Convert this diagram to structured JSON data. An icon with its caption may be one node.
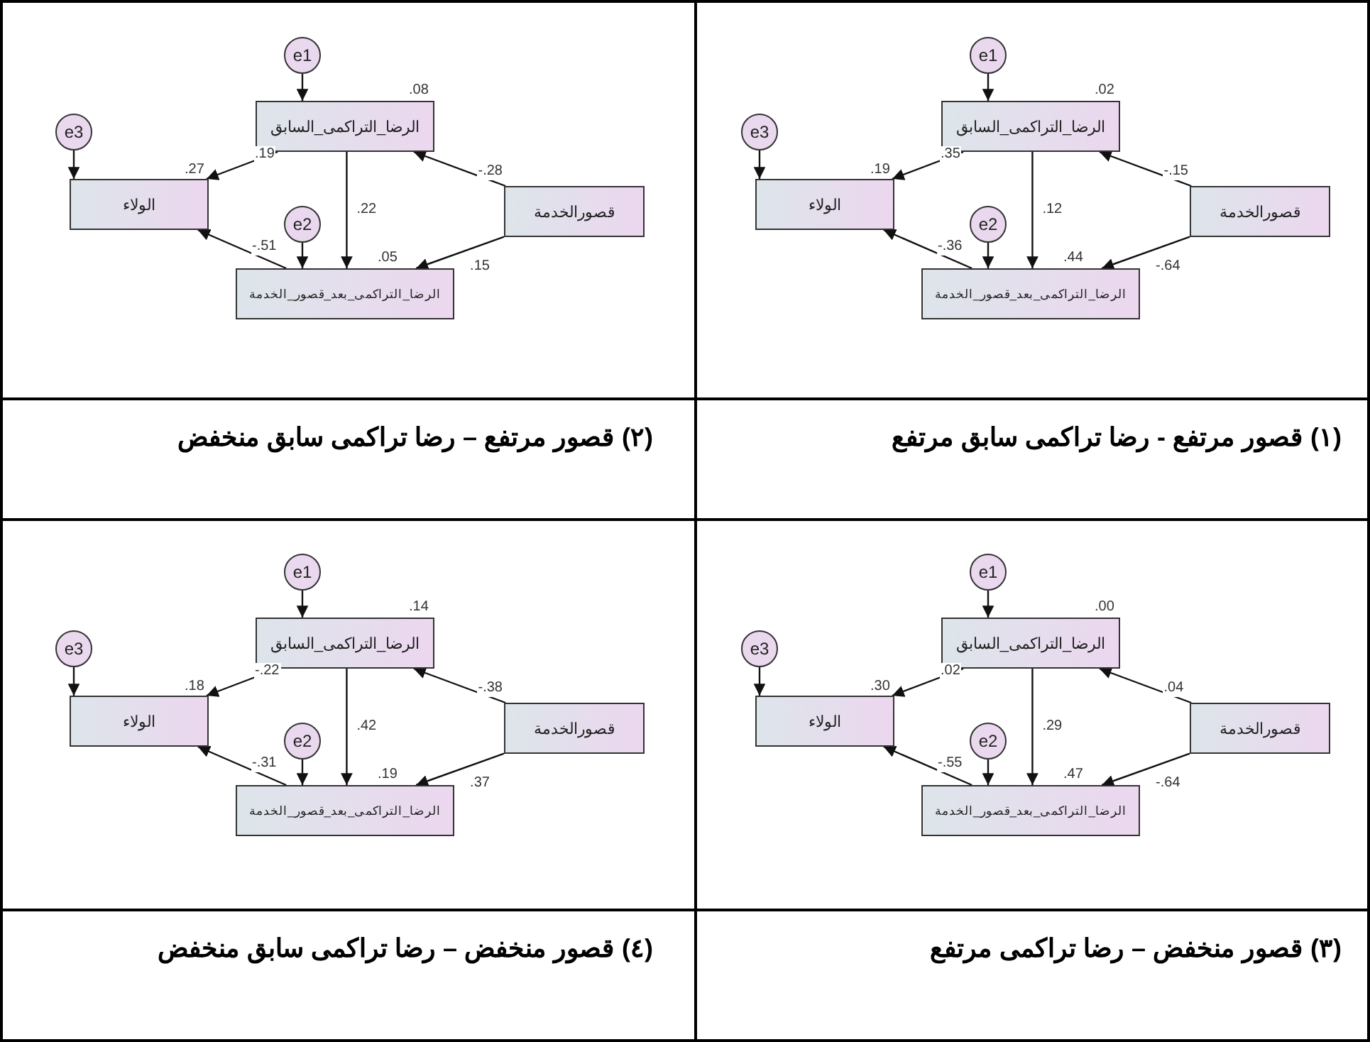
{
  "diagram": {
    "nodes": [
      {
        "text": [
          "e1"
        ]
      },
      {
        "text": [
          "الرضا_التراكمى_السابق"
        ],
        "beside": [
          ".02"
        ]
      },
      {
        "text": [
          "e3"
        ]
      },
      {
        "text": [
          "الولاء"
        ],
        "beside": [
          ".19"
        ]
      },
      {
        "text": [
          "قصورالخدمة"
        ]
      },
      {
        "text": [
          "e2"
        ]
      },
      {
        "text": [
          "الرضا_التراكمى_بعد_قصور_الخدمة"
        ],
        "beside": [
          ".44"
        ]
      },
      {
        "text": [
          "e1"
        ]
      },
      {
        "text": [
          "الرضا_التراكمى_السابق"
        ],
        "beside": [
          ".08"
        ]
      },
      {
        "text": [
          "e3"
        ]
      },
      {
        "text": [
          "الولاء"
        ],
        "beside": [
          ".27"
        ]
      },
      {
        "text": [
          "قصورالخدمة"
        ]
      },
      {
        "text": [
          "e2"
        ]
      },
      {
        "text": [
          "الرضا_التراكمى_بعد_قصور_الخدمة"
        ],
        "beside": [
          ".05"
        ]
      },
      {
        "text": [
          "e1"
        ]
      },
      {
        "text": [
          "الرضا_التراكمى_السابق"
        ],
        "beside": [
          ".00"
        ]
      },
      {
        "text": [
          "e3"
        ]
      },
      {
        "text": [
          "الولاء"
        ],
        "beside": [
          ".30"
        ]
      },
      {
        "text": [
          "قصورالخدمة"
        ]
      },
      {
        "text": [
          "e2"
        ]
      },
      {
        "text": [
          "الرضا_التراكمى_بعد_قصور_الخدمة"
        ],
        "beside": [
          ".47"
        ]
      },
      {
        "text": [
          "e1"
        ]
      },
      {
        "text": [
          "الرضا_التراكمى_السابق"
        ],
        "beside": [
          ".14"
        ]
      },
      {
        "text": [
          "e3"
        ]
      },
      {
        "text": [
          "الولاء"
        ],
        "beside": [
          ".18"
        ]
      },
      {
        "text": [
          "قصورالخدمة"
        ]
      },
      {
        "text": [
          "e2"
        ]
      },
      {
        "text": [
          "الرضا_التراكمى_بعد_قصور_الخدمة"
        ],
        "beside": [
          ".19"
        ]
      }
    ],
    "edges": [
      {
        "from": 0,
        "to": 1,
        "arrow": "to"
      },
      {
        "from": 2,
        "to": 3,
        "arrow": "to"
      },
      {
        "from": 5,
        "to": 6,
        "arrow": "to"
      },
      {
        "from": 1,
        "to": 3,
        "arrow": "to",
        "label": ".35"
      },
      {
        "from": 1,
        "to": 6,
        "arrow": "to",
        "label": ".12"
      },
      {
        "from": 4,
        "to": 1,
        "arrow": "to",
        "label": "-.15"
      },
      {
        "from": 4,
        "to": 6,
        "arrow": "to",
        "label": "-.64"
      },
      {
        "from": 6,
        "to": 3,
        "arrow": "to",
        "label": "-.36"
      },
      {
        "from": 7,
        "to": 8,
        "arrow": "to"
      },
      {
        "from": 9,
        "to": 10,
        "arrow": "to"
      },
      {
        "from": 12,
        "to": 13,
        "arrow": "to"
      },
      {
        "from": 8,
        "to": 10,
        "arrow": "to",
        "label": ".19"
      },
      {
        "from": 8,
        "to": 13,
        "arrow": "to",
        "label": ".22"
      },
      {
        "from": 11,
        "to": 8,
        "arrow": "to",
        "label": "-.28"
      },
      {
        "from": 11,
        "to": 13,
        "arrow": "to",
        "label": ".15"
      },
      {
        "from": 13,
        "to": 10,
        "arrow": "to",
        "label": "-.51"
      },
      {
        "from": 14,
        "to": 15,
        "arrow": "to"
      },
      {
        "from": 16,
        "to": 17,
        "arrow": "to"
      },
      {
        "from": 19,
        "to": 20,
        "arrow": "to"
      },
      {
        "from": 15,
        "to": 17,
        "arrow": "to",
        "label": ".02"
      },
      {
        "from": 15,
        "to": 20,
        "arrow": "to",
        "label": ".29"
      },
      {
        "from": 18,
        "to": 15,
        "arrow": "to",
        "label": ".04"
      },
      {
        "from": 18,
        "to": 20,
        "arrow": "to",
        "label": "-.64"
      },
      {
        "from": 20,
        "to": 17,
        "arrow": "to",
        "label": "-.55"
      },
      {
        "from": 21,
        "to": 22,
        "arrow": "to"
      },
      {
        "from": 23,
        "to": 24,
        "arrow": "to"
      },
      {
        "from": 26,
        "to": 27,
        "arrow": "to"
      },
      {
        "from": 22,
        "to": 24,
        "arrow": "to",
        "label": "-.22"
      },
      {
        "from": 22,
        "to": 27,
        "arrow": "to",
        "label": ".42"
      },
      {
        "from": 25,
        "to": 22,
        "arrow": "to",
        "label": "-.38"
      },
      {
        "from": 25,
        "to": 27,
        "arrow": "to",
        "label": ".37"
      },
      {
        "from": 27,
        "to": 24,
        "arrow": "to",
        "label": "-.31"
      }
    ],
    "labels": [
      "(١) قصور مرتفع - رضا تراكمى سابق مرتفع",
      "(٢) قصور مرتفع – رضا تراكمى سابق منخفض",
      "(٣) قصور منخفض – رضا تراكمى مرتفع",
      "(٤) قصور منخفض – رضا تراكمى سابق منخفض"
    ]
  }
}
